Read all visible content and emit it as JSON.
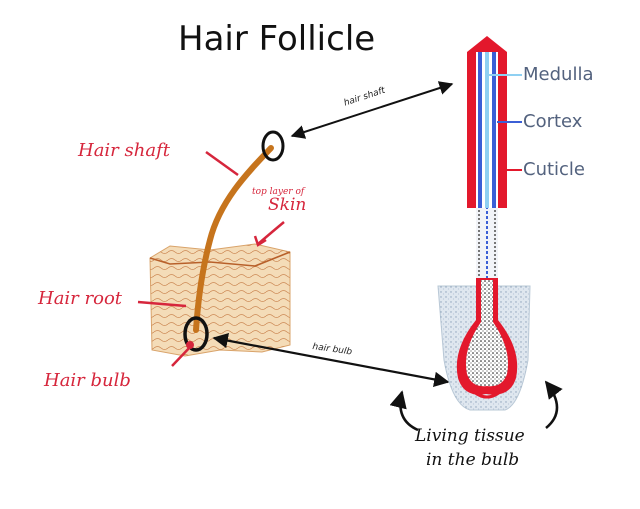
{
  "title": "Hair Follicle",
  "labels": {
    "hair_shaft": "Hair shaft",
    "top_layer": "top layer of",
    "skin": "Skin",
    "hair_root": "Hair root",
    "hair_bulb": "Hair bulb",
    "medulla": "Medulla",
    "cortex": "Cortex",
    "cuticle": "Cuticle",
    "arrow_hair_shaft": "hair shaft",
    "arrow_hair_bulb": "hair bulb",
    "living_tissue_line1": "Living tissue",
    "living_tissue_line2": "in the bulb"
  },
  "colors": {
    "cuticle_red": "#e3182c",
    "cortex_blue": "#3b5fd6",
    "medulla_light_blue": "#8fd0f2",
    "hair_brown": "#c6741d",
    "skin_tan": "#f3d9b2",
    "label_red": "#d6263c"
  }
}
